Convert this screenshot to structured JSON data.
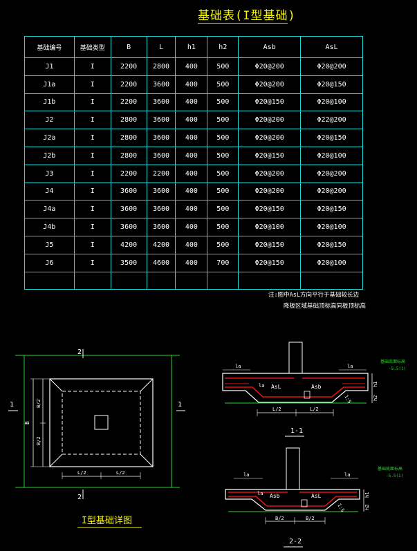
{
  "title": "基础表(I型基础)",
  "table": {
    "headers": [
      "基础编号",
      "基础类型",
      "B",
      "L",
      "h1",
      "h2",
      "Asb",
      "AsL"
    ],
    "rows": [
      [
        "J1",
        "I",
        "2200",
        "2800",
        "400",
        "500",
        "Φ20@200",
        "Φ20@200"
      ],
      [
        "J1a",
        "I",
        "2200",
        "3600",
        "400",
        "500",
        "Φ20@200",
        "Φ20@150"
      ],
      [
        "J1b",
        "I",
        "2200",
        "3600",
        "400",
        "500",
        "Φ20@150",
        "Φ20@100"
      ],
      [
        "J2",
        "I",
        "2800",
        "3600",
        "400",
        "500",
        "Φ20@200",
        "Φ22@200"
      ],
      [
        "J2a",
        "I",
        "2800",
        "3600",
        "400",
        "500",
        "Φ20@200",
        "Φ20@150"
      ],
      [
        "J2b",
        "I",
        "2800",
        "3600",
        "400",
        "500",
        "Φ20@150",
        "Φ20@100"
      ],
      [
        "J3",
        "I",
        "2200",
        "2200",
        "400",
        "500",
        "Φ20@200",
        "Φ20@200"
      ],
      [
        "J4",
        "I",
        "3600",
        "3600",
        "400",
        "500",
        "Φ20@200",
        "Φ20@200"
      ],
      [
        "J4a",
        "I",
        "3600",
        "3600",
        "400",
        "500",
        "Φ20@150",
        "Φ20@150"
      ],
      [
        "J4b",
        "I",
        "3600",
        "3600",
        "400",
        "500",
        "Φ20@100",
        "Φ20@100"
      ],
      [
        "J5",
        "I",
        "4200",
        "4200",
        "400",
        "500",
        "Φ20@150",
        "Φ20@150"
      ],
      [
        "J6",
        "I",
        "3500",
        "4600",
        "400",
        "700",
        "Φ20@150",
        "Φ20@100"
      ],
      [
        "",
        "",
        "",
        "",
        "",
        "",
        "",
        ""
      ]
    ]
  },
  "notes": {
    "line1": "注:图中AsL方向平行于基础较长边",
    "line2": "降板区域基础顶标高同板顶标高"
  },
  "plan": {
    "caption": "I型基础详图",
    "section_mark_top": "2",
    "section_mark_bottom": "2",
    "section_mark_left": "1",
    "section_mark_right": "1",
    "dim_b2_top": "B/2",
    "dim_b2_bottom": "B/2",
    "dim_b": "B",
    "dim_l2_left": "L/2",
    "dim_l2_right": "L/2"
  },
  "section11": {
    "caption": "1-1",
    "la_left": "la",
    "la_right": "la",
    "asl": "AsL",
    "asb": "Asb",
    "l2_left": "L/2",
    "l2_right": "L/2",
    "h1": "h1",
    "h2": "h2",
    "elev_note": "基础底面标高",
    "elev_value": "-5.5(1)",
    "slope": "1:5"
  },
  "section22": {
    "caption": "2-2",
    "la_left": "la",
    "la_right": "la",
    "asb": "Asb",
    "asl": "AsL",
    "b2_left": "B/2",
    "b2_right": "B/2",
    "h1": "h1",
    "h2": "h2",
    "elev_note": "基础底面标高",
    "elev_value": "-5.5(1)",
    "slope": "1:5"
  }
}
